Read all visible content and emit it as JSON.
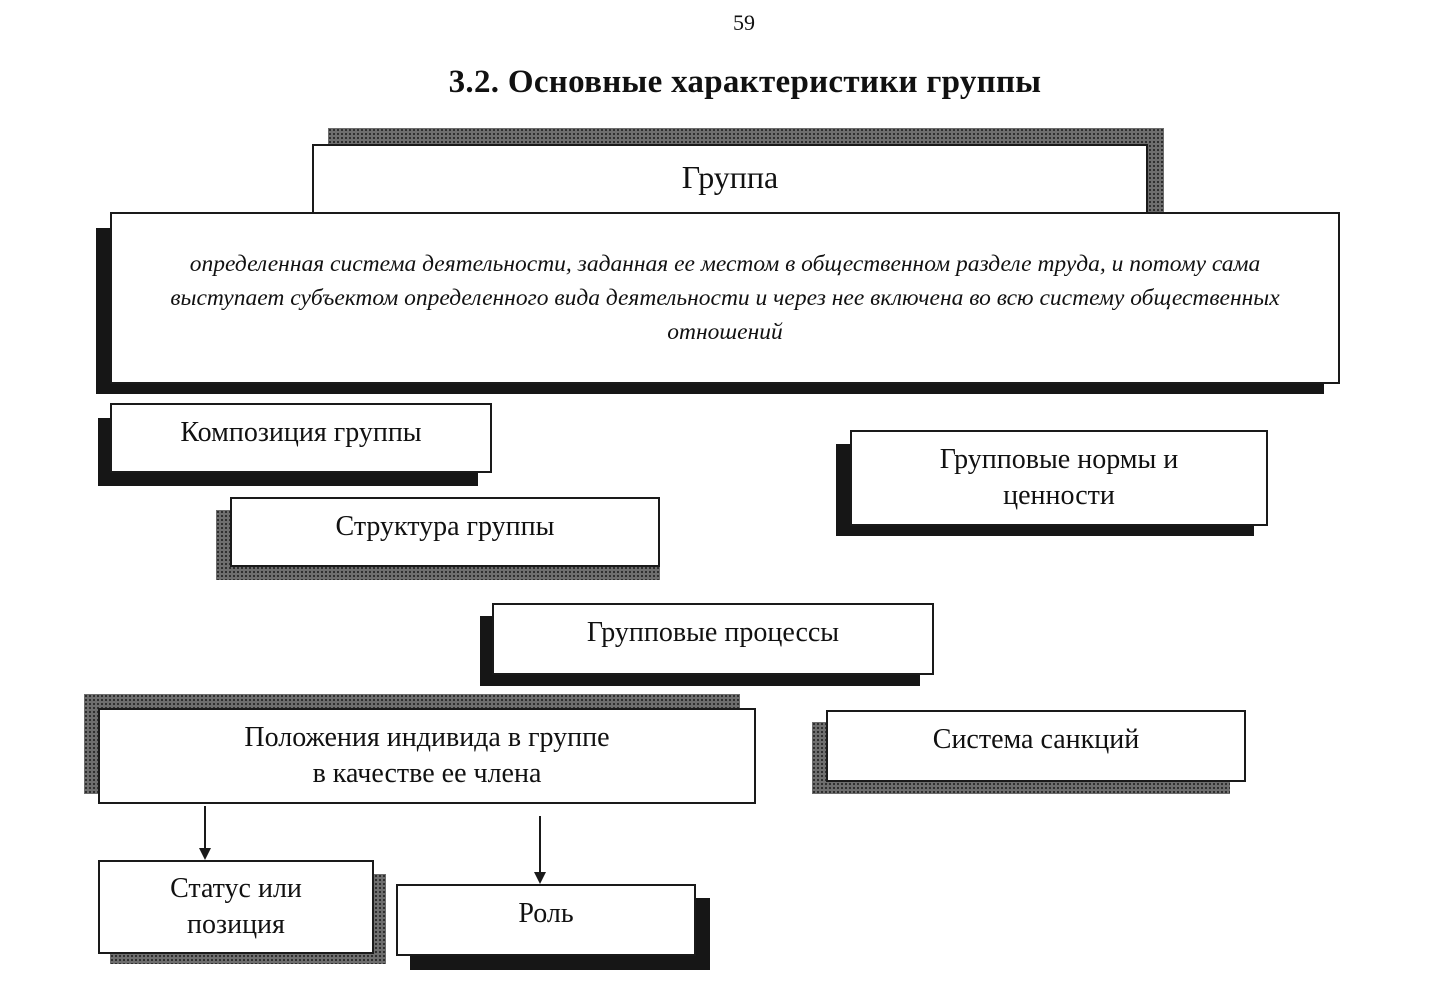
{
  "page_number": "59",
  "heading": "3.2. Основные характеристики группы",
  "diagram": {
    "group": {
      "title": "Группа",
      "definition": "определенная система деятельности, заданная ее местом в общественном разделе труда, и потому сама выступает субъектом определенного вида деятельности и через нее включена во всю систему общественных отношений"
    },
    "characteristics": {
      "composition": "Композиция группы",
      "structure": "Структура группы",
      "norms_values": "Групповые нормы и ценности",
      "processes": "Групповые процессы",
      "position_line1": "Положения индивида в группе",
      "position_line2": "в качестве ее члена",
      "sanctions": "Система санкций"
    },
    "position_parts": {
      "status": "Статус или позиция",
      "role": "Роль"
    }
  }
}
